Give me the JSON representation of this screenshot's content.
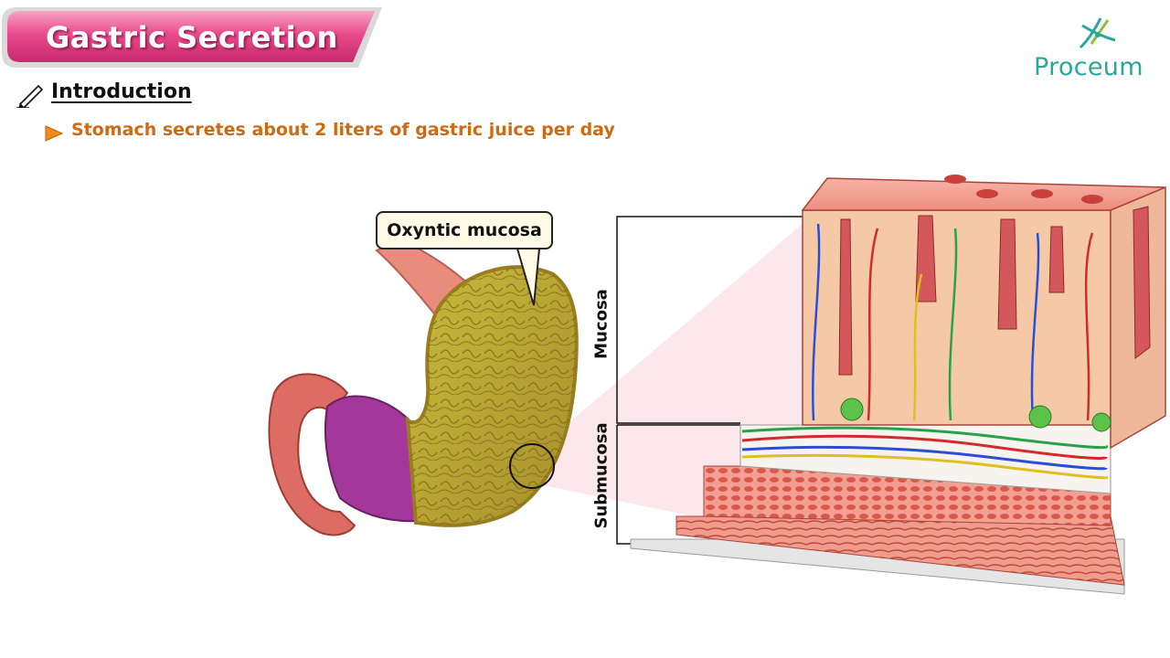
{
  "header": {
    "title": "Gastric Secretion",
    "logo_text": "Proceum"
  },
  "content": {
    "section_heading": "Introduction",
    "bullets": [
      "Stomach secretes about 2 liters of gastric juice per day"
    ]
  },
  "diagram": {
    "callout_label": "Oxyntic mucosa",
    "layer_labels": {
      "mucosa": "Mucosa",
      "submucosa": "Submucosa"
    }
  },
  "colors": {
    "banner_pink": "#e84a8c",
    "bullet_orange": "#d06a10",
    "logo_teal": "#2aa79b",
    "tissue_pink": "#f2a59a"
  }
}
